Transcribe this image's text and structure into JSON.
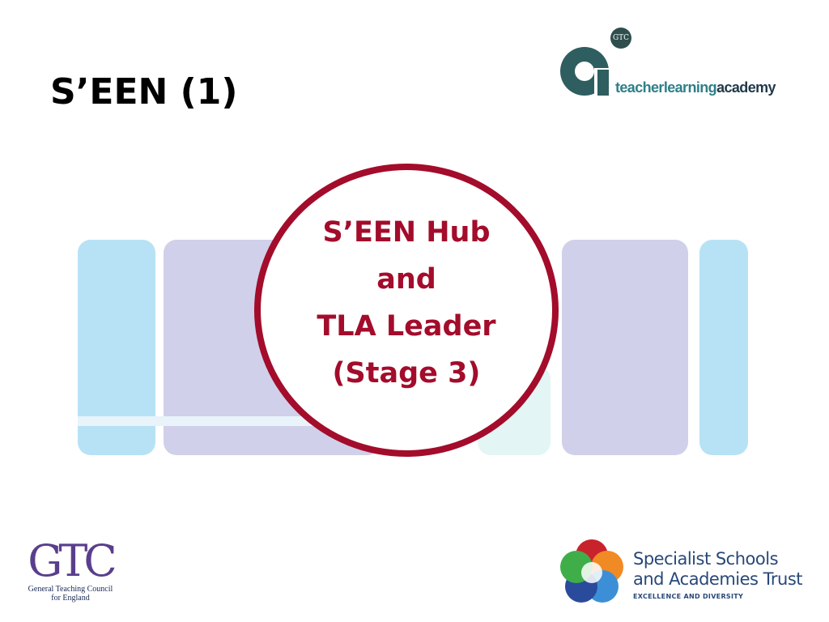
{
  "slide": {
    "title": "S’EEN (1)"
  },
  "header_logo": {
    "seal_text": "GTC",
    "wordmark_part1": "teacherlearning",
    "wordmark_part2": "academy"
  },
  "hub": {
    "lines": [
      "S’EEN Hub",
      "and",
      "TLA Leader",
      "(Stage 3)"
    ]
  },
  "footer_left_logo": {
    "letters": "GTC",
    "caption_line1": "General Teaching Council",
    "caption_line2": "for England"
  },
  "footer_right_logo": {
    "line1": "Specialist Schools",
    "line2": "and Academies Trust",
    "tagline": "EXCELLENCE AND DIVERSITY"
  },
  "colors": {
    "accent": "#a30c2b",
    "panel_blue": "#b7e2f5",
    "panel_purple": "#d0d0ea",
    "gtc_purple": "#5a3e8c",
    "ssat_navy": "#284878",
    "tla_teal": "#2e7f88"
  }
}
